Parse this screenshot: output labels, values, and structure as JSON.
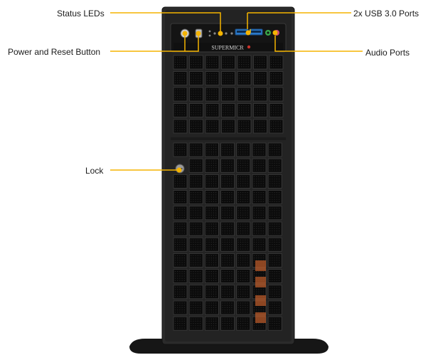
{
  "callouts": {
    "status_leds": "Status LEDs",
    "power_reset": "Power and Reset Button",
    "lock": "Lock",
    "usb": "2x USB 3.0 Ports",
    "audio": "Audio Ports"
  },
  "brand": "SUPERMICR",
  "colors": {
    "callout": "#f5b400",
    "chassis": "#2b2b2b",
    "bezel": "#1a1a1a",
    "vent": "#0b0b0b",
    "usb_blue": "#2a78c8",
    "audio_green": "#3aa84a",
    "audio_pink": "#d24a7a",
    "drive_orange": "#b85a2a"
  }
}
